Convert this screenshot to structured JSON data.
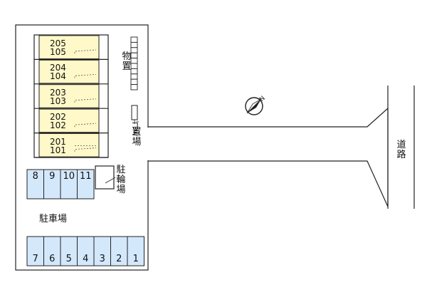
{
  "site": {
    "units": [
      {
        "upper": "205",
        "lower": "105"
      },
      {
        "upper": "204",
        "lower": "104"
      },
      {
        "upper": "203",
        "lower": "103"
      },
      {
        "upper": "202",
        "lower": "102"
      },
      {
        "upper": "201",
        "lower": "101"
      }
    ],
    "storage_label": [
      "物",
      "置"
    ],
    "garbage_label_top": [
      "ゴ",
      "ミ"
    ],
    "garbage_label_bottom": [
      "置",
      "場"
    ],
    "bicycle_label": [
      "駐",
      "輪",
      "場"
    ],
    "parking_label": "駐車場",
    "road_label": [
      "道",
      "路"
    ],
    "parking_top_row": [
      "8",
      "9",
      "10",
      "11"
    ],
    "parking_bottom_row": [
      "7",
      "6",
      "5",
      "4",
      "3",
      "2",
      "1"
    ],
    "compass": {
      "symbol": "N"
    }
  },
  "colors": {
    "unit_fill": "#fff8c8",
    "parking_fill": "#d4e8fb",
    "line": "#222222"
  }
}
